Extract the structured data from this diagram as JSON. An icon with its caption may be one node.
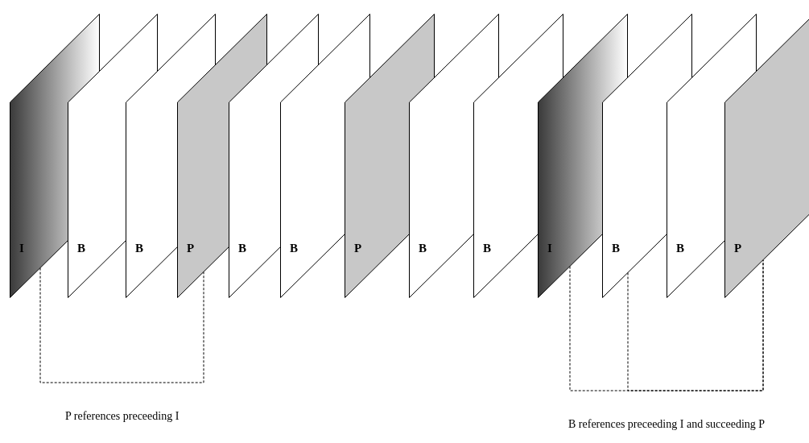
{
  "diagram": {
    "nodes": [
      {
        "text": [
          "I"
        ]
      },
      {
        "text": [
          "B"
        ]
      },
      {
        "text": [
          "B"
        ]
      },
      {
        "text": [
          "P"
        ]
      },
      {
        "text": [
          "B"
        ]
      },
      {
        "text": [
          "B"
        ]
      },
      {
        "text": [
          "P"
        ]
      },
      {
        "text": [
          "B"
        ]
      },
      {
        "text": [
          "B"
        ]
      },
      {
        "text": [
          "I"
        ]
      },
      {
        "text": [
          "B"
        ]
      },
      {
        "text": [
          "B"
        ]
      },
      {
        "text": [
          "P"
        ]
      }
    ],
    "edges": [
      {
        "from": 0,
        "to": 3,
        "arrow": "none",
        "style": "dashed",
        "label": "P references preceeding I"
      },
      {
        "from": 9,
        "to": 12,
        "arrow": "none",
        "style": "dashed",
        "label": "B references preceeding I and succeeding P"
      },
      {
        "from": 10,
        "to": 12,
        "arrow": "none",
        "style": "dashed"
      }
    ]
  }
}
